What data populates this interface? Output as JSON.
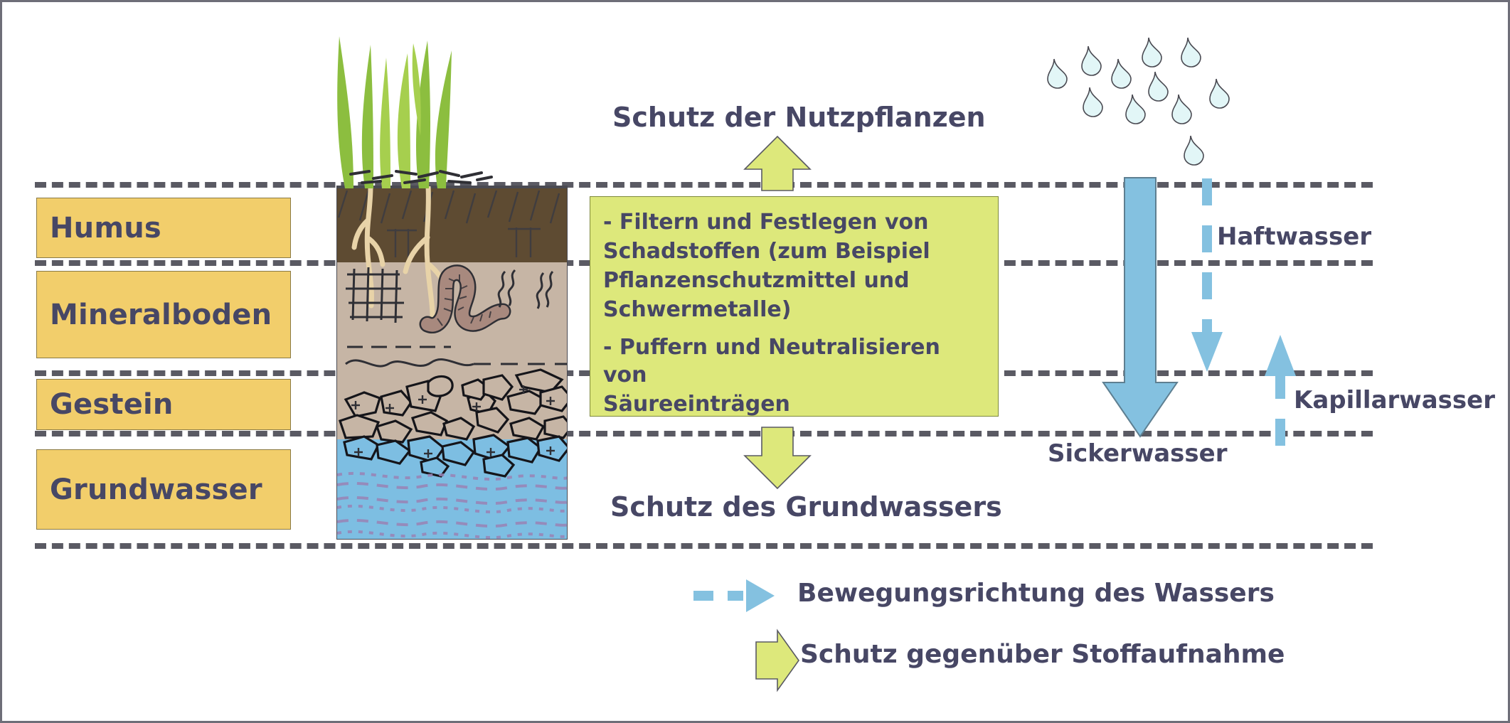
{
  "diagram": {
    "title_top": "Schutz der Nutzpflanzen",
    "title_bottom": "Schutz des Grundwassers"
  },
  "layers": [
    {
      "name": "Humus",
      "label": "Humus"
    },
    {
      "name": "Mineralboden",
      "label": "Mineralboden"
    },
    {
      "name": "Gestein",
      "label": "Gestein"
    },
    {
      "name": "Grundwasser",
      "label": "Grundwasser"
    }
  ],
  "functions_panel": {
    "lines": [
      "- Filtern und Festlegen von",
      " Schadstoffen (zum Beispiel",
      "Pflanzenschutzmittel und",
      "Schwermetalle)",
      "- Puffern und Neutralisieren von",
      "Säureeinträgen"
    ]
  },
  "water_labels": {
    "haftwasser": "Haftwasser",
    "sickerwasser": "Sickerwasser",
    "kapillarwasser": "Kapillarwasser"
  },
  "legend": [
    {
      "key": "water-movement",
      "label": "Bewegungsrichtung des Wassers"
    },
    {
      "key": "substance-uptake",
      "label": "Schutz gegenüber Stoffaufnahme"
    }
  ],
  "colors": {
    "layer_box_fill": "#F2CE6B",
    "layer_box_stroke": "#8a7a45",
    "panel_fill": "#DDE87B",
    "panel_stroke": "#7f8a3c",
    "text": "#474765",
    "water_blue": "#84C1E0",
    "water_blue_stroke": "#5e7f91",
    "raindrop_fill": "#E2F6F7",
    "dash_line": "#5a5a63",
    "humus_soil": "#5E4B32",
    "mineral_soil": "#C6B5A5",
    "groundwater": "#7DBEE2",
    "grass_green": "#8CBE3F",
    "root_tan": "#E8D3A8",
    "frame": "#6e6e78"
  }
}
